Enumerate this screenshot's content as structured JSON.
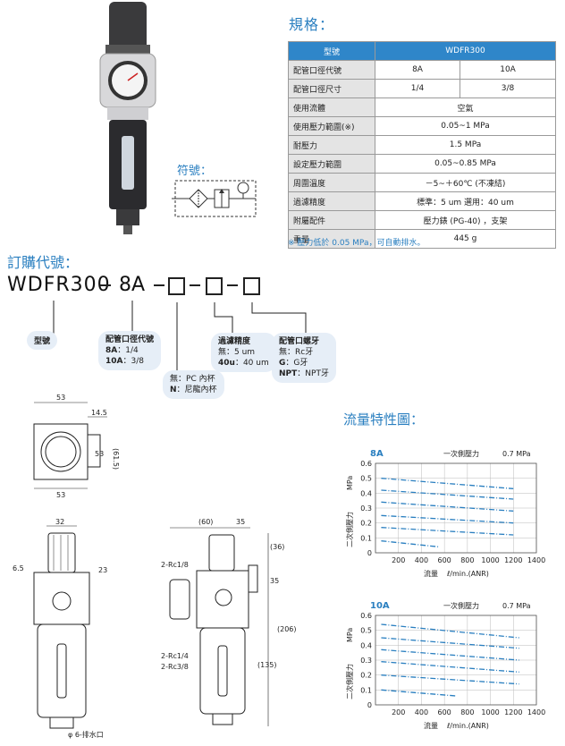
{
  "spec": {
    "title": "規格：",
    "header_label": "型號",
    "header_model": "WDFR300",
    "rows": [
      {
        "label": "配管口徑代號",
        "v1": "8A",
        "v2": "10A"
      },
      {
        "label": "配管口徑尺寸",
        "v1": "1/4",
        "v2": "3/8"
      },
      {
        "label": "使用流體",
        "v": "空氣"
      },
      {
        "label": "使用壓力範圍(※)",
        "v": "0.05~1 MPa"
      },
      {
        "label": "耐壓力",
        "v": "1.5 MPa"
      },
      {
        "label": "設定壓力範圍",
        "v": "0.05~0.85 MPa"
      },
      {
        "label": "周圍溫度",
        "v": "－5~＋60℃ (不凍結)"
      },
      {
        "label": "過濾精度",
        "v": "標準：5 um   選用：40 um"
      },
      {
        "label": "附屬配件",
        "v": "壓力錶 (PG-40) ，支架"
      },
      {
        "label": "重量",
        "v": "445 g"
      }
    ],
    "note": "※ 壓力低於 0.05 MPa，可自動排水。"
  },
  "symbol": {
    "label": "符號："
  },
  "order": {
    "title": "訂購代號：",
    "model": "WDFR300",
    "dash": "－",
    "port_code": "8A",
    "legend_model": "型號",
    "legend_port_title": "配管口徑代號",
    "legend_port_8a": "8A",
    "legend_port_8a_val": "：1/4",
    "legend_port_10a": "10A",
    "legend_port_10a_val": "：3/8",
    "legend_cup_none": "無",
    "legend_cup_none_val": "：PC 內杯",
    "legend_cup_n": "N",
    "legend_cup_n_val": "：尼龍內杯",
    "legend_filter_title": "過濾精度",
    "legend_filter_none": "無",
    "legend_filter_none_val": "：5 um",
    "legend_filter_40": "40u",
    "legend_filter_40_val": "：40 um",
    "legend_thread_title": "配管口螺牙",
    "legend_thread_none": "無",
    "legend_thread_none_val": "：Rc牙",
    "legend_thread_g": "G",
    "legend_thread_g_val": "：G牙",
    "legend_thread_npt": "NPT",
    "legend_thread_npt_val": "：NPT牙"
  },
  "dims": {
    "top_w": "53",
    "top_r": "14.5",
    "top_h": "53",
    "top_h2": "(61.5)",
    "top_w2": "53",
    "front_w": "32",
    "front_a": "6.5",
    "front_b": "23",
    "side_a": "(60)",
    "side_b": "35",
    "side_c": "(36)",
    "side_d": "35",
    "side_e": "(206)",
    "side_f": "(135)",
    "port1": "2-Rc1/8",
    "port2": "2-Rc1/4",
    "port3": "2-Rc3/8",
    "drain": "φ 6-排水口"
  },
  "flow": {
    "title": "流量特性圖："
  },
  "chart_data": [
    {
      "type": "line",
      "title": "8A",
      "annotation": "一次側壓力",
      "annotation_value": "0.7 MPa",
      "xlabel": "流量",
      "xunit": "ℓ/min.(ANR)",
      "ylabel": "二次側壓力",
      "yunit": "MPa",
      "xlim": [
        0,
        1400
      ],
      "ylim": [
        0,
        0.6
      ],
      "xticks": [
        "200",
        "400",
        "600",
        "800",
        "1000",
        "1200",
        "1400"
      ],
      "yticks": [
        "0.6",
        "0.5",
        "0.4",
        "0.3",
        "0.2",
        "0.1",
        "0"
      ],
      "series": [
        {
          "x": [
            50,
            1200
          ],
          "y": [
            0.5,
            0.43
          ]
        },
        {
          "x": [
            50,
            1200
          ],
          "y": [
            0.42,
            0.36
          ]
        },
        {
          "x": [
            50,
            1200
          ],
          "y": [
            0.34,
            0.28
          ]
        },
        {
          "x": [
            50,
            1200
          ],
          "y": [
            0.25,
            0.2
          ]
        },
        {
          "x": [
            50,
            1200
          ],
          "y": [
            0.17,
            0.12
          ]
        },
        {
          "x": [
            50,
            550
          ],
          "y": [
            0.08,
            0.04
          ]
        }
      ]
    },
    {
      "type": "line",
      "title": "10A",
      "annotation": "一次側壓力",
      "annotation_value": "0.7 MPa",
      "xlabel": "流量",
      "xunit": "ℓ/min.(ANR)",
      "ylabel": "二次側壓力",
      "yunit": "MPa",
      "xlim": [
        0,
        1400
      ],
      "ylim": [
        0,
        0.6
      ],
      "xticks": [
        "200",
        "400",
        "600",
        "800",
        "1000",
        "1200",
        "1400"
      ],
      "yticks": [
        "0.6",
        "0.5",
        "0.4",
        "0.3",
        "0.2",
        "0.1",
        "0"
      ],
      "series": [
        {
          "x": [
            50,
            1250
          ],
          "y": [
            0.54,
            0.45
          ]
        },
        {
          "x": [
            50,
            1250
          ],
          "y": [
            0.45,
            0.38
          ]
        },
        {
          "x": [
            50,
            1250
          ],
          "y": [
            0.37,
            0.3
          ]
        },
        {
          "x": [
            50,
            1250
          ],
          "y": [
            0.29,
            0.22
          ]
        },
        {
          "x": [
            50,
            1250
          ],
          "y": [
            0.2,
            0.14
          ]
        },
        {
          "x": [
            50,
            700
          ],
          "y": [
            0.1,
            0.06
          ]
        }
      ]
    }
  ]
}
